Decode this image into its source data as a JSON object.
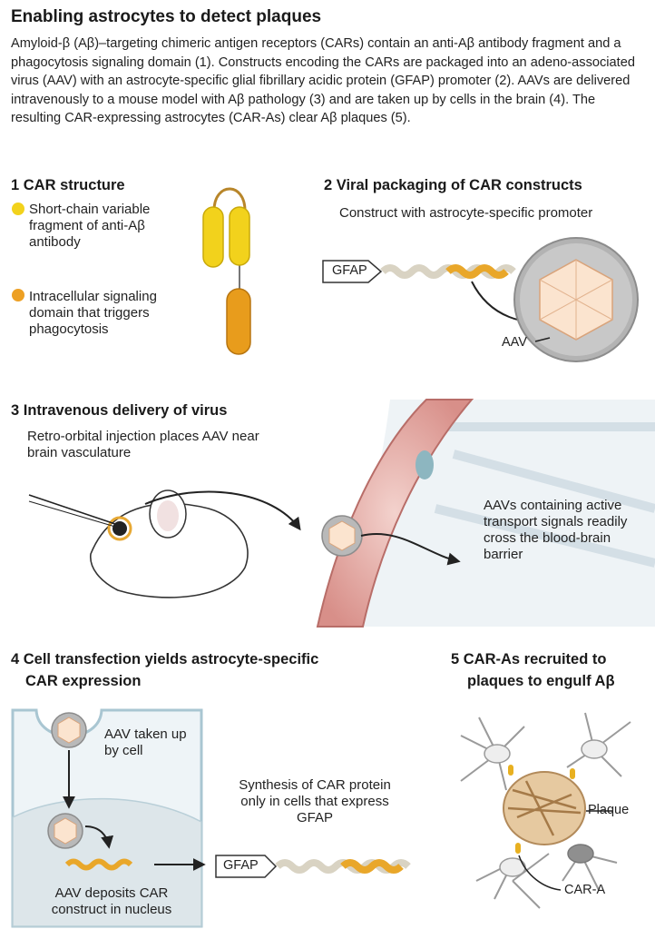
{
  "title": "Enabling astrocytes to detect plaques",
  "intro": "Amyloid-β (Aβ)–targeting chimeric antigen receptors (CARs) contain an anti-Aβ antibody fragment and a phagocytosis signaling domain (1). Constructs encoding the CARs are packaged into an adeno-associated virus (AAV) with an astrocyte-specific glial fibrillary acidic protein (GFAP) promoter (2). AAVs are delivered intravenously to a mouse model with Aβ pathology (3) and are taken up by cells in the brain (4). The resulting CAR-expressing astrocytes (CAR-As) clear Aβ plaques (5).",
  "colors": {
    "scfv": "#f2d21c",
    "signal": "#eda024",
    "vessel": "#d98b86",
    "glia": "#a9a9a9"
  },
  "sec1": {
    "heading": "1  CAR structure",
    "item1": "Short-chain variable fragment of anti-Aβ antibody",
    "item2": "Intracellular signaling domain that triggers phagocytosis"
  },
  "sec2": {
    "heading": "2  Viral packaging of CAR constructs",
    "label": "Construct with astrocyte-specific promoter",
    "promoter": "GFAP",
    "aav": "AAV"
  },
  "sec3": {
    "heading": "3  Intravenous delivery of virus",
    "label": "Retro-orbital injection places AAV near brain vasculature",
    "callout": "AAVs containing active transport signals readily cross the blood-brain barrier"
  },
  "sec4": {
    "heading_line1": "4  Cell transfection yields astrocyte-specific",
    "heading_line2": "CAR expression",
    "uptake": "AAV taken up by cell",
    "synthesis": "Synthesis of CAR protein only in cells that express GFAP",
    "deposit": "AAV deposits CAR construct in nucleus",
    "promoter": "GFAP"
  },
  "sec5": {
    "heading_line1": "5  CAR-As recruited to",
    "heading_line2": "plaques to engulf Aβ",
    "plaque": "Plaque",
    "cara": "CAR-A"
  }
}
